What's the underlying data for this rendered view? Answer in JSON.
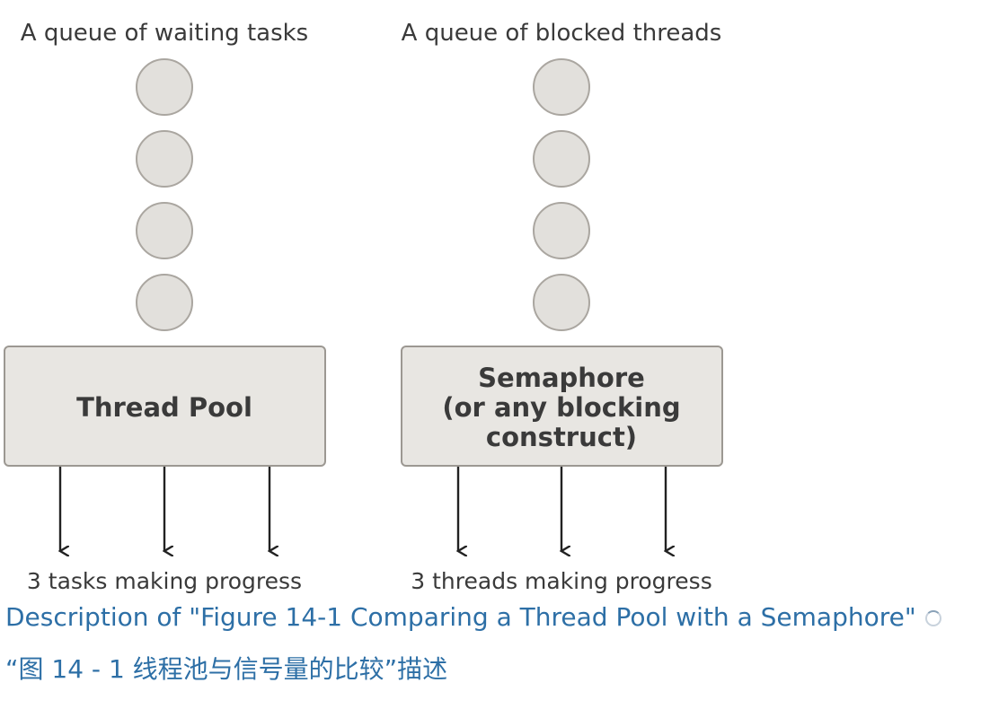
{
  "diagram": {
    "left_panel": {
      "heading": "A queue of waiting tasks",
      "box_label": [
        "Thread Pool"
      ],
      "footer": "3 tasks making progress"
    },
    "right_panel": {
      "heading": "A queue of blocked threads",
      "box_label": [
        "Semaphore",
        "(or any blocking",
        "construct)"
      ],
      "footer": "3 threads making progress"
    },
    "colors": {
      "circle_fill": "#e2e0dc",
      "circle_stroke": "#aaa6a0",
      "box_fill": "#e8e6e2",
      "box_stroke": "#9c9892",
      "text": "#3a3a3a",
      "arrow": "#222222"
    }
  },
  "captions": {
    "english": "Description of \"Figure 14-1 Comparing a Thread Pool with a Semaphore\"",
    "chinese": "“图 14 - 1 线程池与信号量的比较”描述",
    "link_color": "#2d6fa6"
  }
}
